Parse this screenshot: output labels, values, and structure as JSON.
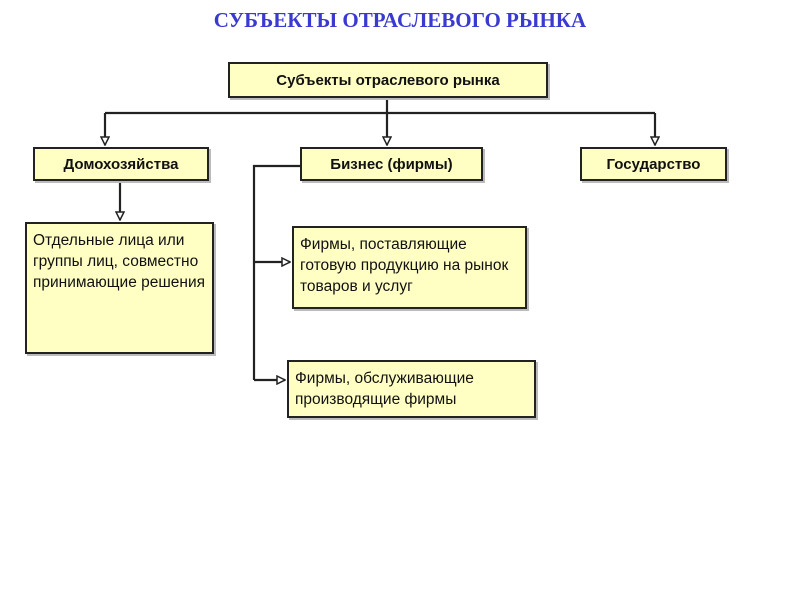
{
  "title": "СУБЪЕКТЫ ОТРАСЛЕВОГО РЫНКА",
  "root": "Субъекты отраслевого рынка",
  "categories": [
    "Домохозяйства",
    "Бизнес (фирмы)",
    "Государство"
  ],
  "households_desc": "Отдельные лица или группы лиц, совместно принимающие решения",
  "business_children": [
    "Фирмы, поставляющие готовую продукцию на рынок товаров и услуг",
    "Фирмы, обслуживающие производящие фирмы"
  ]
}
